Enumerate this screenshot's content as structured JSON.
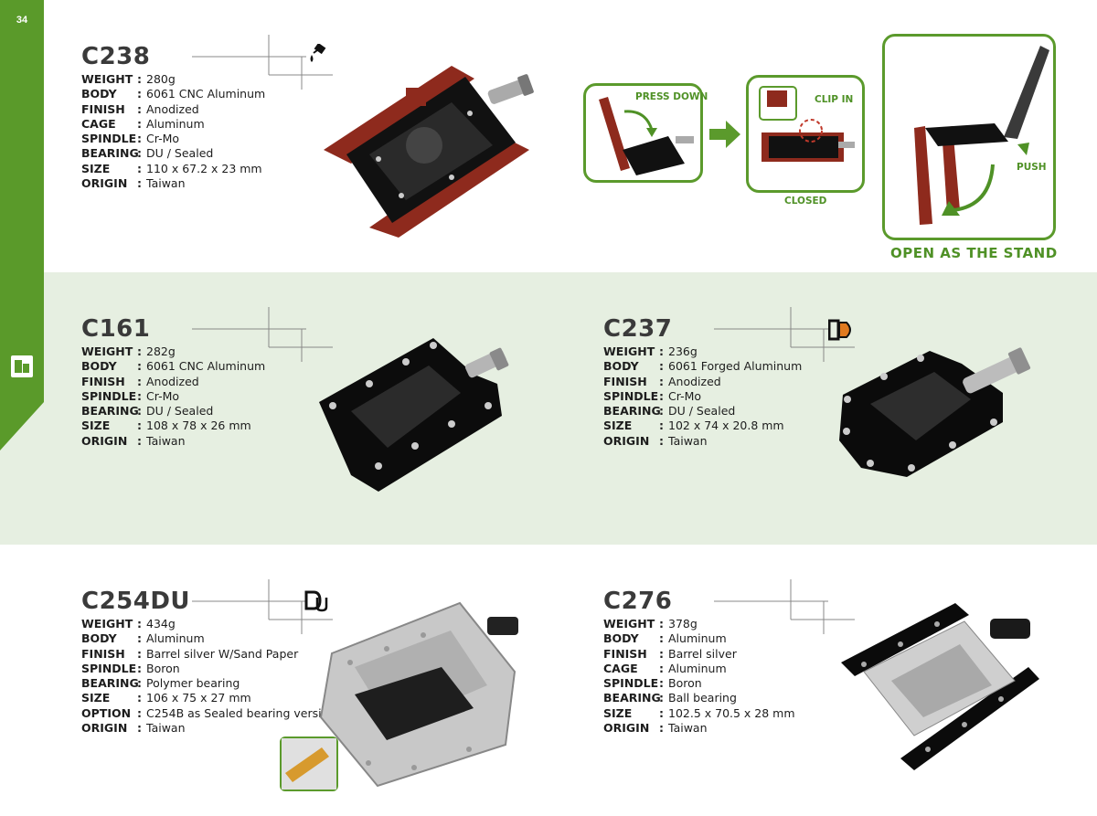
{
  "page": {
    "number": "34"
  },
  "icons": {
    "oil_icon": "oil-drop-icon",
    "rd_icon": "rd-badge-icon",
    "du_icon": "du-badge-icon",
    "building_icon": "building-icon",
    "arrow_icon": "arrow-right-icon"
  },
  "colors": {
    "accent_green": "#4f9126",
    "band_green": "#e6efe1",
    "pedal_red": "#9c2b1f"
  },
  "products": {
    "c238": {
      "model": "C238",
      "specs": [
        {
          "label": "WEIGHT",
          "value": "280g"
        },
        {
          "label": "BODY",
          "value": "6061 CNC Aluminum"
        },
        {
          "label": "FINISH",
          "value": "Anodized"
        },
        {
          "label": "CAGE",
          "value": "Aluminum"
        },
        {
          "label": "SPINDLE",
          "value": "Cr-Mo"
        },
        {
          "label": "BEARING",
          "value": "DU / Sealed"
        },
        {
          "label": "SIZE",
          "value": "110 x 67.2 x 23 mm"
        },
        {
          "label": "ORIGIN",
          "value": "Taiwan"
        }
      ]
    },
    "c161": {
      "model": "C161",
      "specs": [
        {
          "label": "WEIGHT",
          "value": "282g"
        },
        {
          "label": "BODY",
          "value": "6061 CNC Aluminum"
        },
        {
          "label": "FINISH",
          "value": "Anodized"
        },
        {
          "label": "SPINDLE",
          "value": "Cr-Mo"
        },
        {
          "label": "BEARING",
          "value": "DU / Sealed"
        },
        {
          "label": "SIZE",
          "value": "108 x 78 x 26 mm"
        },
        {
          "label": "ORIGIN",
          "value": "Taiwan"
        }
      ]
    },
    "c237": {
      "model": "C237",
      "specs": [
        {
          "label": "WEIGHT",
          "value": "236g"
        },
        {
          "label": "BODY",
          "value": "6061 Forged Aluminum"
        },
        {
          "label": "FINISH",
          "value": "Anodized"
        },
        {
          "label": "SPINDLE",
          "value": "Cr-Mo"
        },
        {
          "label": "BEARING",
          "value": "DU / Sealed"
        },
        {
          "label": "SIZE",
          "value": "102 x 74 x 20.8 mm"
        },
        {
          "label": "ORIGIN",
          "value": "Taiwan"
        }
      ]
    },
    "c254du": {
      "model": "C254DU",
      "specs": [
        {
          "label": "WEIGHT",
          "value": "434g"
        },
        {
          "label": "BODY",
          "value": "Aluminum"
        },
        {
          "label": "FINISH",
          "value": "Barrel silver W/Sand Paper"
        },
        {
          "label": "SPINDLE",
          "value": "Boron"
        },
        {
          "label": "BEARING",
          "value": "Polymer bearing"
        },
        {
          "label": "SIZE",
          "value": "106 x 75 x 27 mm"
        },
        {
          "label": "OPTION",
          "value": "C254B as Sealed bearing version"
        },
        {
          "label": "ORIGIN",
          "value": "Taiwan"
        }
      ]
    },
    "c276": {
      "model": "C276",
      "specs": [
        {
          "label": "WEIGHT",
          "value": "378g"
        },
        {
          "label": "BODY",
          "value": "Aluminum"
        },
        {
          "label": "FINISH",
          "value": "Barrel silver"
        },
        {
          "label": "CAGE",
          "value": "Aluminum"
        },
        {
          "label": "SPINDLE",
          "value": "Boron"
        },
        {
          "label": "BEARING",
          "value": "Ball bearing"
        },
        {
          "label": "SIZE",
          "value": "102.5 x 70.5 x 28 mm"
        },
        {
          "label": "ORIGIN",
          "value": "Taiwan"
        }
      ]
    }
  },
  "c238_steps": {
    "press_down": "PRESS DOWN",
    "clip_in": "CLIP IN",
    "closed": "CLOSED",
    "push": "PUSH",
    "open_stand": "OPEN AS THE STAND"
  }
}
